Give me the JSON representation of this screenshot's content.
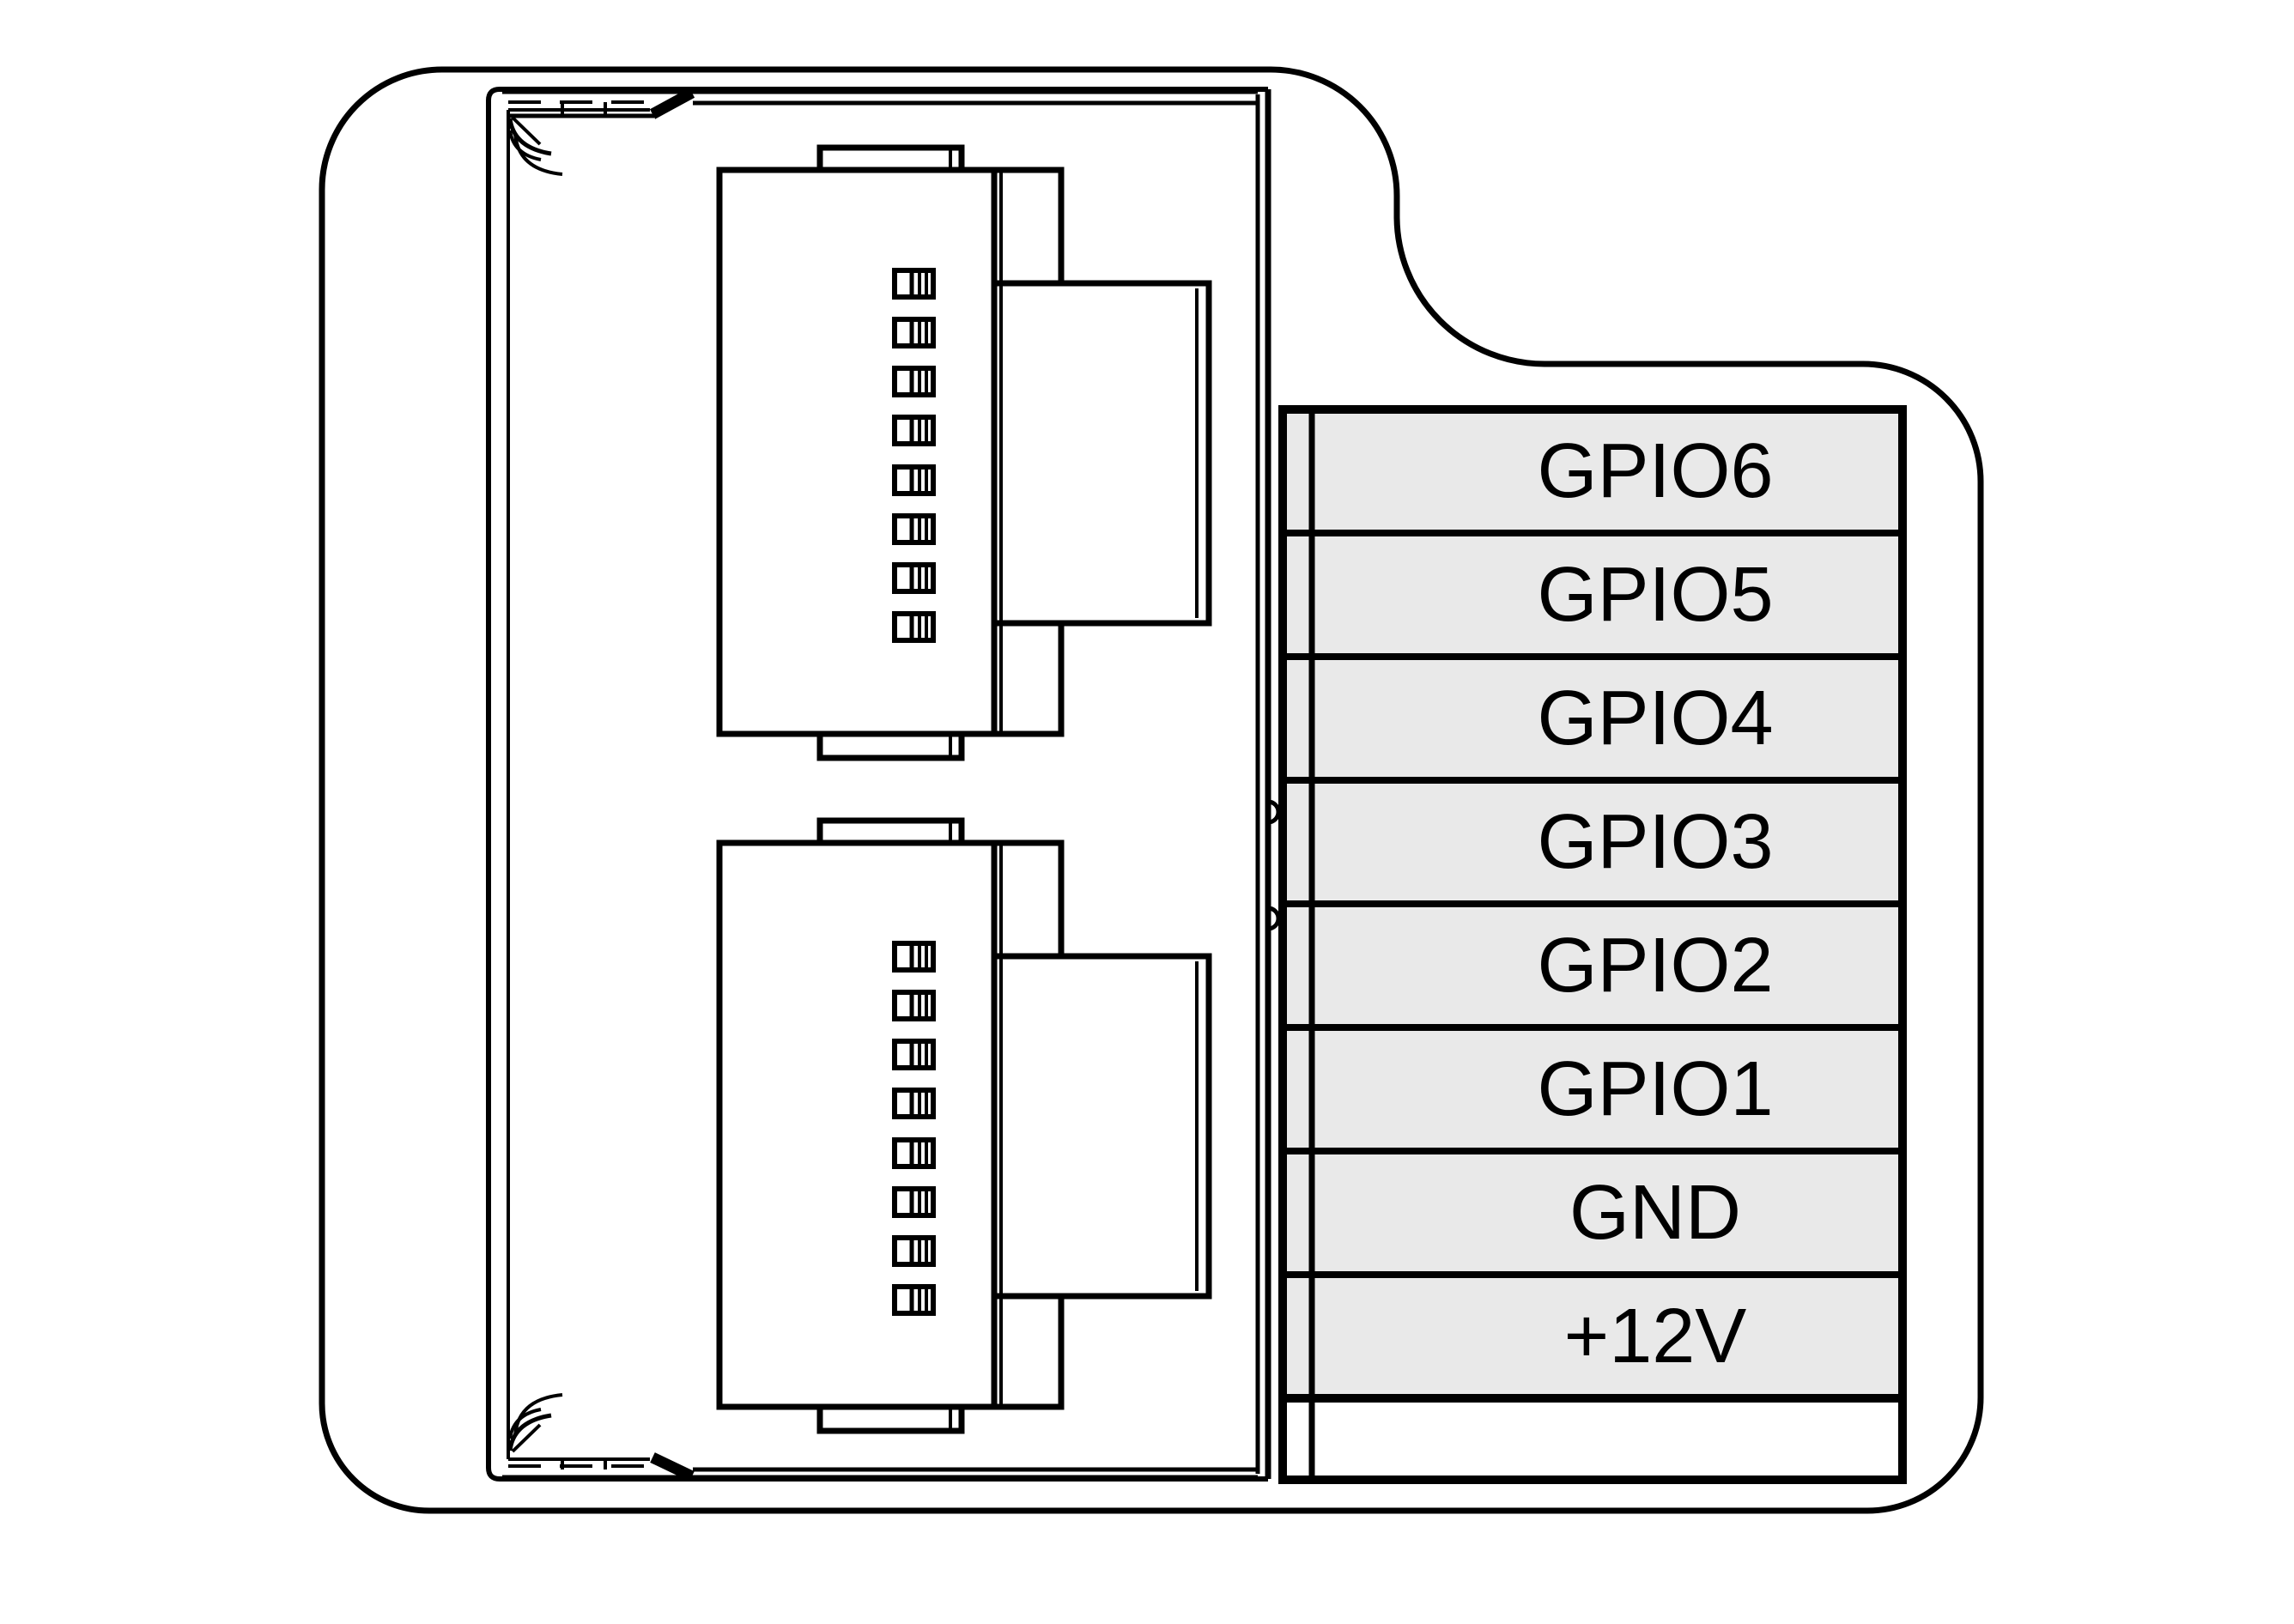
{
  "pin_table": {
    "labels": [
      "GPIO6",
      "GPIO5",
      "GPIO4",
      "GPIO3",
      "GPIO2",
      "GPIO1",
      "GND",
      "+12V"
    ]
  },
  "colors": {
    "line": "#000000",
    "label_fill": "#e9e9e9",
    "background": "#ffffff"
  }
}
